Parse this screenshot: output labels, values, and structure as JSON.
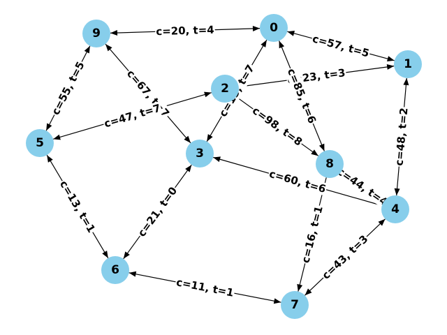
{
  "graph": {
    "directed": true,
    "node_color": "#87ceeb",
    "nodes": [
      {
        "id": "0"
      },
      {
        "id": "1"
      },
      {
        "id": "2"
      },
      {
        "id": "3"
      },
      {
        "id": "4"
      },
      {
        "id": "5"
      },
      {
        "id": "6"
      },
      {
        "id": "7"
      },
      {
        "id": "8"
      },
      {
        "id": "9"
      }
    ],
    "edges": [
      {
        "source": "9",
        "target": "0",
        "bidirectional": true,
        "label": "c=20, t=4"
      },
      {
        "source": "0",
        "target": "1",
        "bidirectional": true,
        "label": "c=57, t=5"
      },
      {
        "source": "9",
        "target": "5",
        "bidirectional": true,
        "label": "c=55, t=5"
      },
      {
        "source": "9",
        "target": "3",
        "bidirectional": true,
        "label": "c=67, t=7"
      },
      {
        "source": "3",
        "target": "0",
        "bidirectional": true,
        "label": "c=15, t=7"
      },
      {
        "source": "2",
        "target": "1",
        "bidirectional": false,
        "label": "c=23, t=3"
      },
      {
        "source": "0",
        "target": "8",
        "bidirectional": true,
        "label": "c=85, t=6"
      },
      {
        "source": "5",
        "target": "2",
        "bidirectional": true,
        "label": "c=47, t=7"
      },
      {
        "source": "2",
        "target": "8",
        "bidirectional": false,
        "label": "c=98, t=8"
      },
      {
        "source": "4",
        "target": "1",
        "bidirectional": true,
        "label": "c=48, t=2"
      },
      {
        "source": "8",
        "target": "4",
        "bidirectional": false,
        "label": "c=44, t=4"
      },
      {
        "source": "4",
        "target": "3",
        "bidirectional": false,
        "label": "c=60, t=6"
      },
      {
        "source": "5",
        "target": "6",
        "bidirectional": true,
        "label": "c=13, t=1"
      },
      {
        "source": "6",
        "target": "3",
        "bidirectional": true,
        "label": "c=21, t=0"
      },
      {
        "source": "8",
        "target": "7",
        "bidirectional": false,
        "label": "c=16, t=1"
      },
      {
        "source": "7",
        "target": "4",
        "bidirectional": true,
        "label": "c=43, t=3"
      },
      {
        "source": "6",
        "target": "7",
        "bidirectional": true,
        "label": "c=11, t=1"
      }
    ]
  }
}
